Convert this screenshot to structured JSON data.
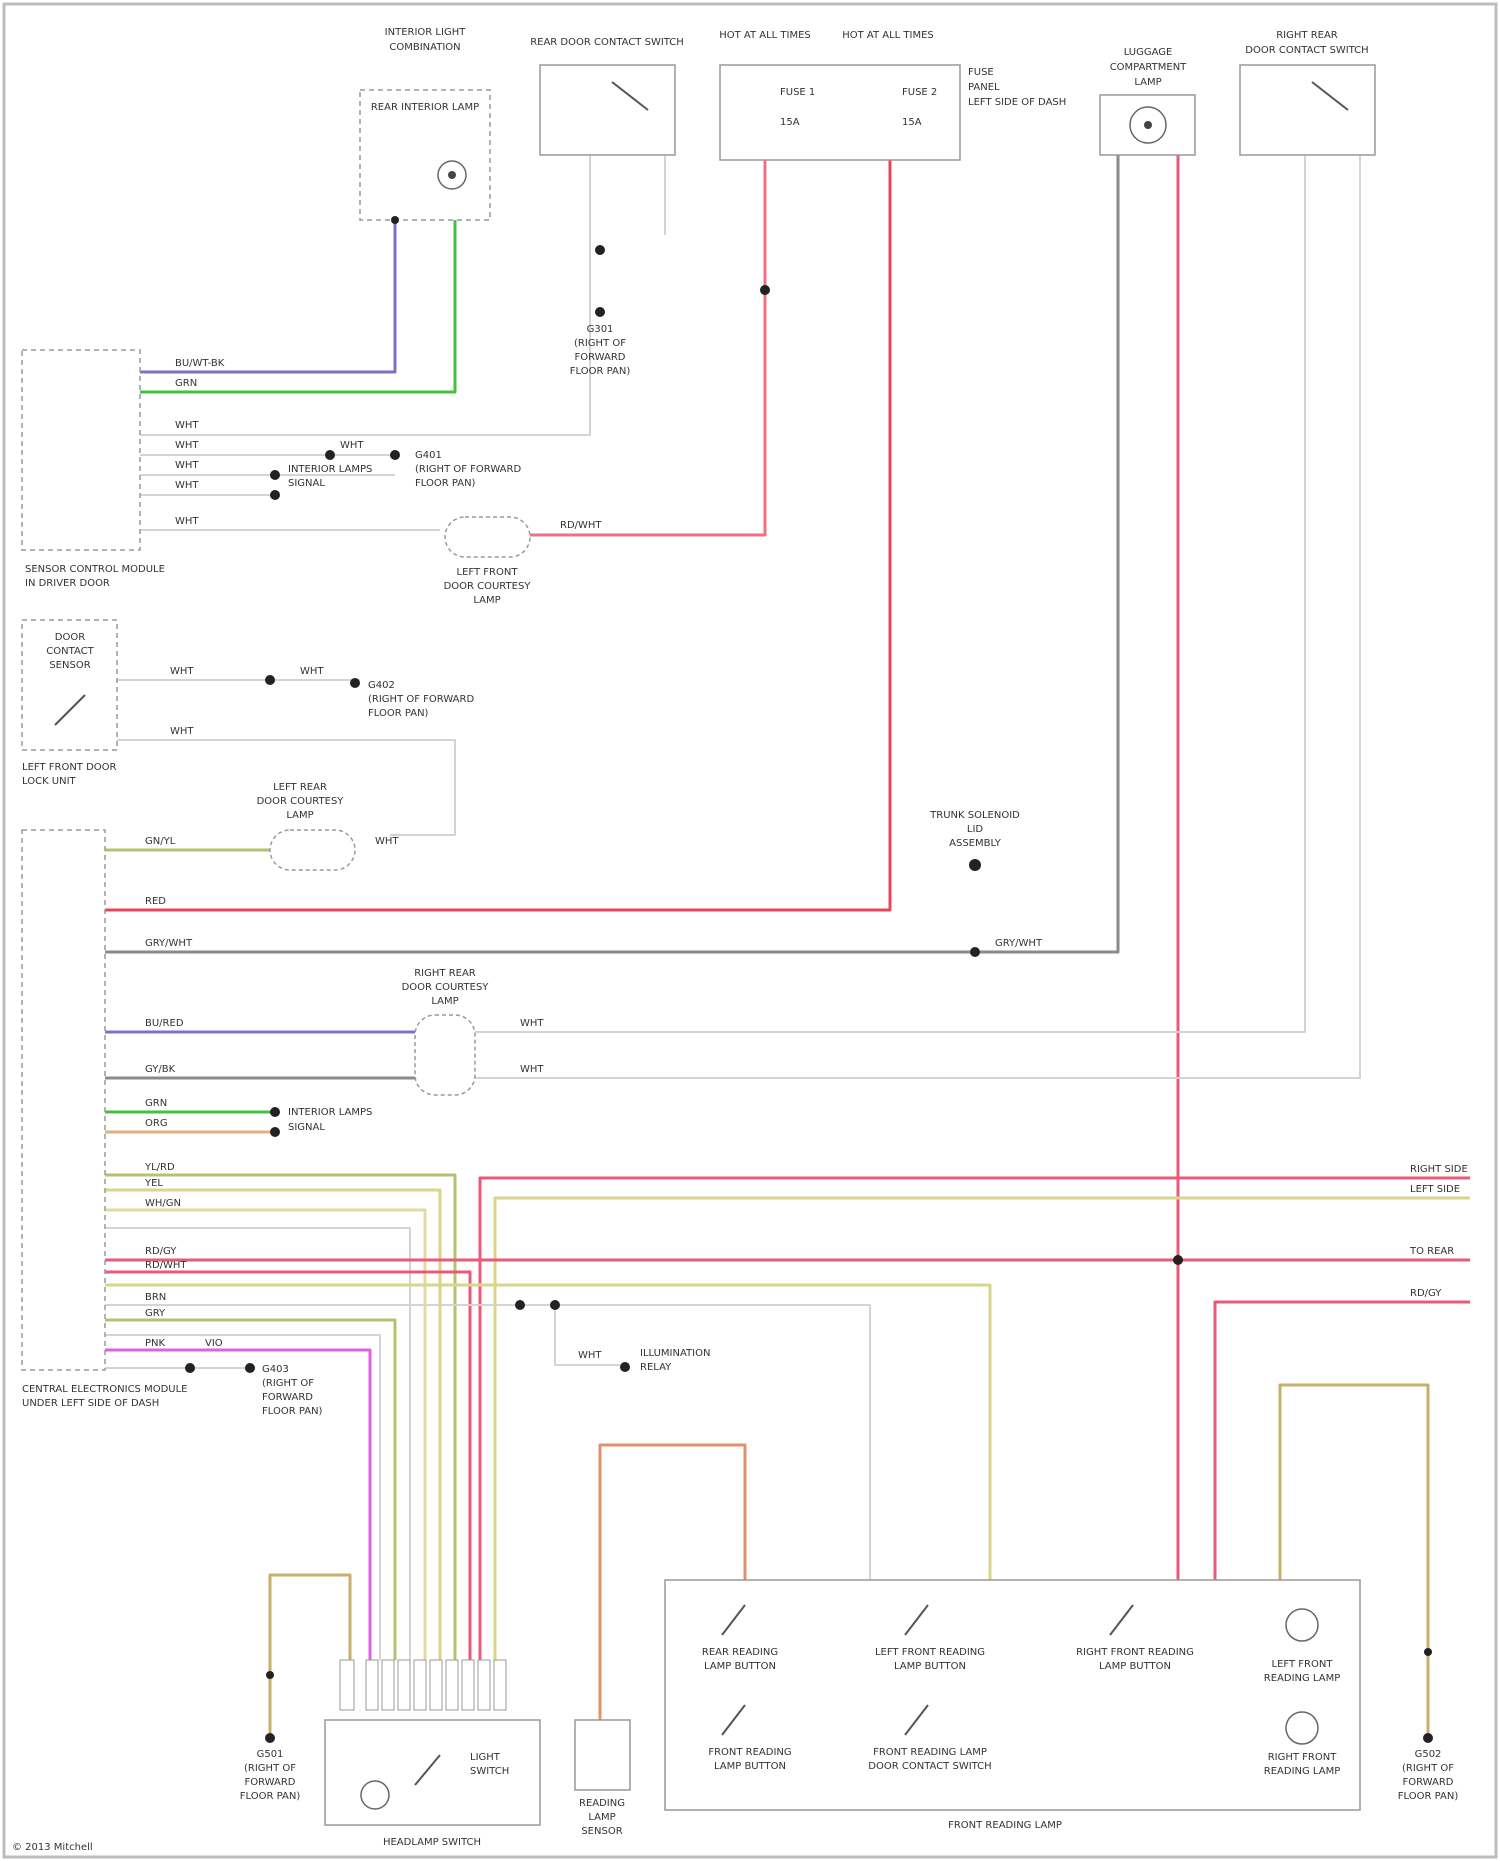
{
  "colors": {
    "frame": "#bdbdbd",
    "box": "#999999",
    "dashed_box": "#999999",
    "label_text": "#333333",
    "wire_gray": "#8a8a8a",
    "wire_red": "#e8455a",
    "wire_pink": "#e85a78",
    "wire_purple": "#7b72c8",
    "wire_green": "#44c040",
    "wire_yellow": "#d8d68a",
    "wire_tan": "#c8b06a",
    "wire_orange": "#e0906a",
    "wire_magenta": "#e060e0",
    "wire_olive": "#b8c070",
    "wire_light": "#d4d4d4",
    "splice": "#222222"
  },
  "components": {
    "interior_light": {
      "title_line1": "INTERIOR LIGHT",
      "title_line2": "COMBINATION",
      "name": "REAR INTERIOR LAMP"
    },
    "rear_door_switch": {
      "title": "REAR DOOR CONTACT SWITCH"
    },
    "fuse_block": {
      "title_line1": "HOT AT ALL TIMES",
      "title_line2": "HOT AT ALL TIMES",
      "fuse_a": "FUSE 1",
      "fuse_a_amp": "15A",
      "fuse_b": "FUSE 2",
      "fuse_b_amp": "15A",
      "side_label_line1": "FUSE",
      "side_label_line2": "PANEL",
      "side_label_line3": "LEFT SIDE OF DASH"
    },
    "luggage_lamp": {
      "title_line1": "LUGGAGE",
      "title_line2": "COMPARTMENT",
      "title_line3": "LAMP"
    },
    "right_rear_door_switch": {
      "title_line1": "RIGHT REAR",
      "title_line2": "DOOR CONTACT SWITCH"
    },
    "sensor_module_upper": {
      "name_line1": "SENSOR CONTROL MODULE",
      "name_line2": "IN DRIVER DOOR"
    },
    "left_front_door_lamp": {
      "name_line1": "LEFT FRONT",
      "name_line2": "DOOR COURTESY",
      "name_line3": "LAMP"
    },
    "door_contact_sensor": {
      "title_line1": "DOOR",
      "title_line2": "CONTACT",
      "title_line3": "SENSOR",
      "footer_line1": "LEFT FRONT DOOR",
      "footer_line2": "LOCK UNIT"
    },
    "left_rear_door_lamp": {
      "name_line1": "LEFT REAR",
      "name_line2": "DOOR COURTESY",
      "name_line3": "LAMP"
    },
    "trunk_solenoid": {
      "name_line1": "TRUNK SOLENOID",
      "name_line2": "LID",
      "name_line3": "ASSEMBLY"
    },
    "right_rear_door_lamp": {
      "name_line1": "RIGHT REAR",
      "name_line2": "DOOR COURTESY",
      "name_line3": "LAMP"
    },
    "central_module": {
      "name_line1": "CENTRAL ELECTRONICS MODULE",
      "name_line2": "UNDER LEFT SIDE OF DASH",
      "name_line3": ""
    },
    "illumination_relay": {
      "name_line1": "ILLUMINATION",
      "name_line2": "RELAY"
    },
    "headlamp_switch": {
      "name": "HEADLAMP SWITCH",
      "inner_line1": "LIGHT",
      "inner_line2": "SWITCH"
    },
    "reading_lamp_sensor": {
      "name_line1": "READING",
      "name_line2": "LAMP",
      "name_line3": "SENSOR"
    },
    "front_reading_lamp": {
      "footer": "FRONT READING LAMP",
      "btn1_line1": "REAR READING",
      "btn1_line2": "LAMP BUTTON",
      "btn2_line1": "LEFT FRONT READING",
      "btn2_line2": "LAMP BUTTON",
      "btn3_line1": "RIGHT FRONT READING",
      "btn3_line2": "LAMP BUTTON",
      "btn4_line1": "FRONT READING",
      "btn4_line2": "LAMP BUTTON",
      "btn5_line1": "FRONT READING LAMP",
      "btn5_line2": "DOOR CONTACT SWITCH",
      "lamp1_line1": "LEFT FRONT",
      "lamp1_line2": "READING LAMP",
      "lamp2_line1": "RIGHT FRONT",
      "lamp2_line2": "READING LAMP"
    }
  },
  "grounds": {
    "g_upper": {
      "line1": "G301",
      "line2": "(RIGHT OF",
      "line3": "FORWARD",
      "line4": "FLOOR PAN)"
    },
    "g_left_module": {
      "line1": "G401",
      "line2": "(RIGHT OF FORWARD",
      "line3": "FLOOR PAN)"
    },
    "g_sensor": {
      "line1": "G402",
      "line2": "(RIGHT OF FORWARD",
      "line3": "FLOOR PAN)"
    },
    "g_central": {
      "line1": "G403",
      "line2": "(RIGHT OF",
      "line3": "FORWARD",
      "line4": "FLOOR PAN)"
    },
    "g_bottom_left": {
      "line1": "G501",
      "line2": "(RIGHT OF",
      "line3": "FORWARD",
      "line4": "FLOOR PAN)"
    },
    "g_bottom_right": {
      "line1": "G502",
      "line2": "(RIGHT OF",
      "line3": "FORWARD",
      "line4": "FLOOR PAN)"
    }
  },
  "wire_labels": {
    "purple_blk": "BU/WT-BK",
    "grn": "GRN",
    "red_wht": "RD/WHT",
    "red": "RED",
    "gry_wht": "GRY/WHT",
    "gry": "GRY",
    "brn": "BRN",
    "wht": "WHT",
    "yel": "YEL",
    "org": "ORG",
    "pnk": "PNK",
    "blu_red": "BU/RED",
    "gry_blk": "GY/BK",
    "grn_yel": "GN/YL",
    "yel_red": "YL/RD",
    "red_gry": "RD/GY",
    "vio": "VIO",
    "wht_grn": "WH/GN",
    "to_rear": "TO REAR",
    "interior": "INTERIOR LAMPS",
    "signal": "SIGNAL",
    "right_side": "RIGHT SIDE",
    "left_side": "LEFT SIDE"
  },
  "footer": {
    "copyright": "© 2013 Mitchell"
  }
}
